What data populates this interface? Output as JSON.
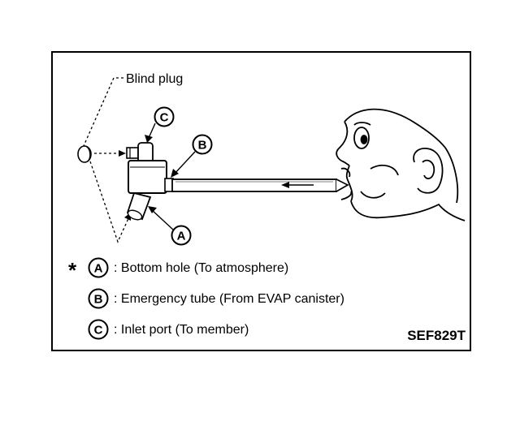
{
  "labels": {
    "blind_plug": "Blind plug",
    "a": "A",
    "b": "B",
    "c": "C"
  },
  "legend": {
    "star": "*",
    "items": [
      {
        "letter": "A",
        "text": ": Bottom hole (To atmosphere)"
      },
      {
        "letter": "B",
        "text": ": Emergency tube (From EVAP canister)"
      },
      {
        "letter": "C",
        "text": ": Inlet port (To member)"
      }
    ]
  },
  "figure_code": "SEF829T",
  "icons": [
    "blind-plug-icon",
    "valve-body-icon",
    "tube-icon",
    "flow-arrow-icon",
    "face-icon"
  ]
}
